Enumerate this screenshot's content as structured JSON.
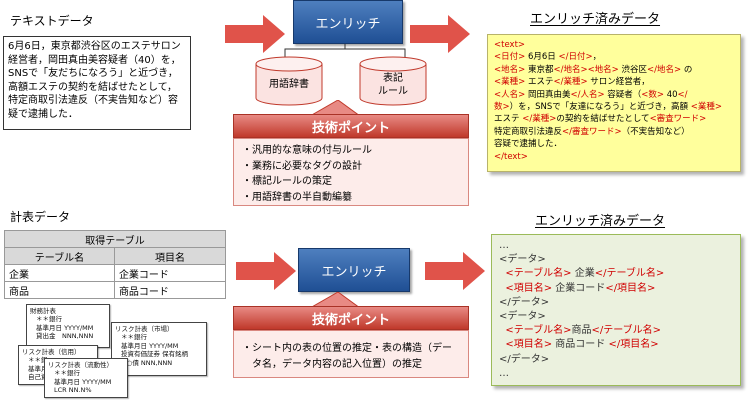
{
  "top": {
    "source_title": "テキストデータ",
    "source_text": "6月6日，東京都渋谷区のエステサロン経営者，岡田真由美容疑者（40）を，SNSで「友だちになろう」と近づき，高額エステの契約を結ばせたとして，特定商取引法違反（不実告知など）容疑で逮捕した．",
    "enrich_label": "エンリッチ",
    "dict_label": "用語辞書",
    "rule_label_1": "表記",
    "rule_label_2": "ルール",
    "tech_title": "技術ポイント",
    "tech_points": [
      "・汎用的な意味の付与ルール",
      "・業務に必要なタグの設計",
      "・標記ルールの策定",
      "・用語辞書の半自動編纂"
    ],
    "output_title": "エンリッチ済みデータ",
    "output_lines": [
      [
        {
          "t": "<text>",
          "r": true
        }
      ],
      [
        {
          "t": "<日付>",
          "r": true
        },
        {
          "t": " 6月6日 ",
          "r": false
        },
        {
          "t": "</日付>",
          "r": true
        },
        {
          "t": "，",
          "r": false
        }
      ],
      [
        {
          "t": "<地名>",
          "r": true
        },
        {
          "t": " 東京都",
          "r": false
        },
        {
          "t": "</地名>",
          "r": true
        },
        {
          "t": "<地名>",
          "r": true
        },
        {
          "t": " 渋谷区",
          "r": false
        },
        {
          "t": "</地名>",
          "r": true
        },
        {
          "t": " の",
          "r": false
        }
      ],
      [
        {
          "t": "<業種>",
          "r": true
        },
        {
          "t": " エステ",
          "r": false
        },
        {
          "t": "</業種>",
          "r": true
        },
        {
          "t": " サロン経営者，",
          "r": false
        }
      ],
      [
        {
          "t": "<人名>",
          "r": true
        },
        {
          "t": " 岡田真由美",
          "r": false
        },
        {
          "t": "</人名>",
          "r": true
        },
        {
          "t": " 容疑者（",
          "r": false
        },
        {
          "t": "<数>",
          "r": true
        },
        {
          "t": " 40",
          "r": false
        },
        {
          "t": "</",
          "r": true
        }
      ],
      [
        {
          "t": "数>",
          "r": true
        },
        {
          "t": "）を，SNSで「友達になろう」と近づき，高額 ",
          "r": false
        },
        {
          "t": "<業種>",
          "r": true
        }
      ],
      [
        {
          "t": "エステ ",
          "r": false
        },
        {
          "t": "</業種>",
          "r": true
        },
        {
          "t": "の契約を結ばせたとして",
          "r": false
        },
        {
          "t": "<審査ワード>",
          "r": true
        }
      ],
      [
        {
          "t": "特定商取引法違反",
          "r": false
        },
        {
          "t": "</審査ワード>",
          "r": true
        },
        {
          "t": "（不実告知など）",
          "r": false
        }
      ],
      [
        {
          "t": "容疑で逮捕した．",
          "r": false
        }
      ],
      [
        {
          "t": "</text>",
          "r": true
        }
      ]
    ]
  },
  "bottom": {
    "source_title": "計表データ",
    "table_caption": "取得テーブル",
    "table_headers": [
      "テーブル名",
      "項目名"
    ],
    "table_rows": [
      [
        "企業",
        "企業コード"
      ],
      [
        "商品",
        "商品コード"
      ]
    ],
    "cards": [
      {
        "title": "財務計表",
        "lines": [
          "＊＊銀行",
          "基準月日 YYYY/MM",
          "貸出金　NNN,NNN"
        ]
      },
      {
        "title": "リスク計表（市場）",
        "lines": [
          "＊＊銀行",
          "基準月日 YYYY/MM",
          "投資有価証券 保有銘柄",
          "○○債 NNN,NNN"
        ]
      },
      {
        "title": "リスク計表（信用）",
        "lines": [
          "＊＊銀",
          "基準月",
          "自己資"
        ]
      },
      {
        "title": "リスク計表（流動性）",
        "lines": [
          "＊＊銀行",
          "基準月日 YYYY/MM",
          "LCR NN.N%"
        ]
      }
    ],
    "enrich_label": "エンリッチ",
    "tech_title": "技術ポイント",
    "tech_points": [
      "・シート内の表の位置の推定・表の構造（デー",
      "　タ名，データ内容の記入位置）の推定"
    ],
    "output_title": "エンリッチ済みデータ",
    "output_lines": [
      [
        {
          "t": "…",
          "r": false
        }
      ],
      [
        {
          "t": "<データ>",
          "r": false
        }
      ],
      [
        {
          "t": "  <テーブル名>",
          "r": true
        },
        {
          "t": " 企業",
          "r": false
        },
        {
          "t": "</テーブル名>",
          "r": true
        }
      ],
      [
        {
          "t": "  <項目名>",
          "r": true
        },
        {
          "t": " 企業コード",
          "r": false
        },
        {
          "t": "</項目名>",
          "r": true
        }
      ],
      [
        {
          "t": "</データ>",
          "r": false
        }
      ],
      [
        {
          "t": "<データ>",
          "r": false
        }
      ],
      [
        {
          "t": "  <テーブル名>",
          "r": true
        },
        {
          "t": "商品",
          "r": false
        },
        {
          "t": "</テーブル名>",
          "r": true
        }
      ],
      [
        {
          "t": "  <項目名>",
          "r": true
        },
        {
          "t": " 商品コード ",
          "r": false
        },
        {
          "t": "</項目名>",
          "r": true
        }
      ],
      [
        {
          "t": "</データ>",
          "r": false
        }
      ],
      [
        {
          "t": "…",
          "r": false
        }
      ]
    ]
  },
  "colors": {
    "enrich_blue": "#2a5ea8",
    "arrow_red": "#e0534a",
    "tech_red": "#c0392b",
    "output_yellow": "#ffff9c",
    "output_green": "#ebf1de",
    "tag_red": "#d00000"
  }
}
